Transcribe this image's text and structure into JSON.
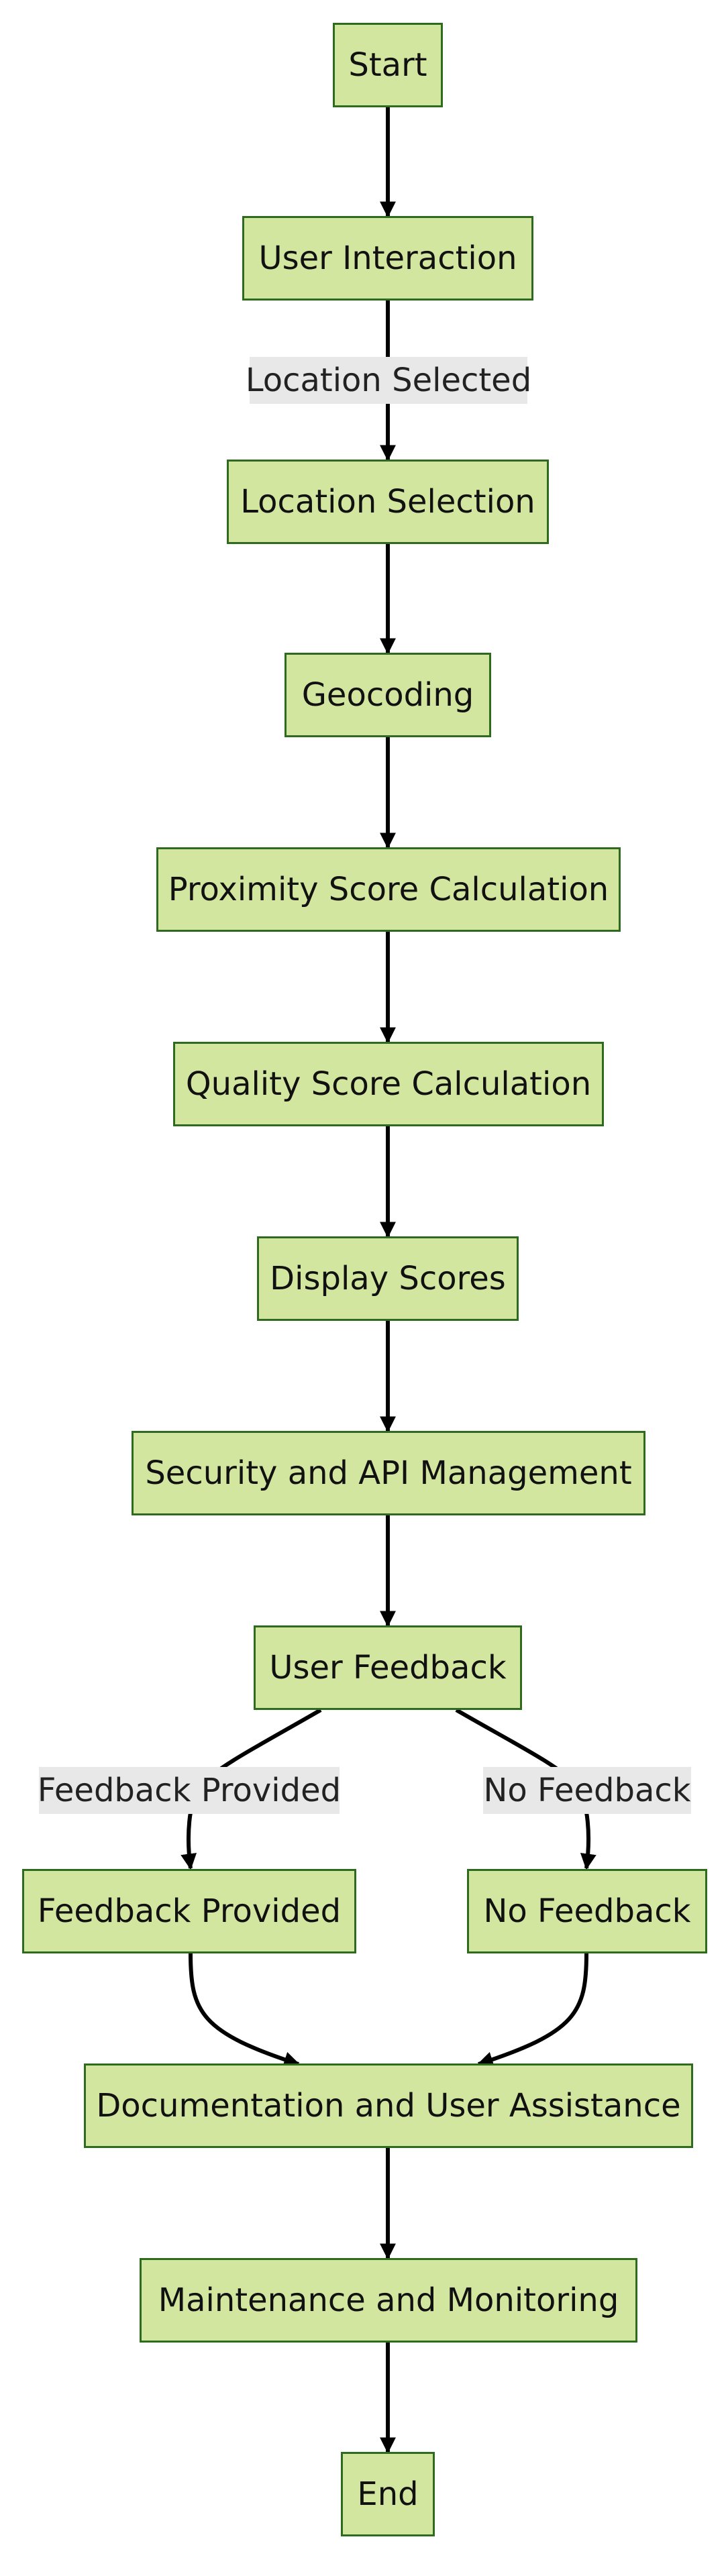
{
  "nodes": {
    "start": "Start",
    "user_interaction": "User Interaction",
    "location_selection": "Location Selection",
    "geocoding": "Geocoding",
    "proximity_score": "Proximity Score Calculation",
    "quality_score": "Quality Score Calculation",
    "display_scores": "Display Scores",
    "security_api": "Security and API Management",
    "user_feedback": "User Feedback",
    "feedback_provided": "Feedback Provided",
    "no_feedback": "No Feedback",
    "documentation": "Documentation and User Assistance",
    "maintenance": "Maintenance and Monitoring",
    "end": "End"
  },
  "edge_labels": {
    "location_selected": "Location Selected",
    "feedback_provided": "Feedback Provided",
    "no_feedback": "No Feedback"
  },
  "colors": {
    "node_fill": "#d2e6a0",
    "node_border": "#2e6b1f",
    "edge": "#000000",
    "label_bg": "#e8e8e8"
  }
}
